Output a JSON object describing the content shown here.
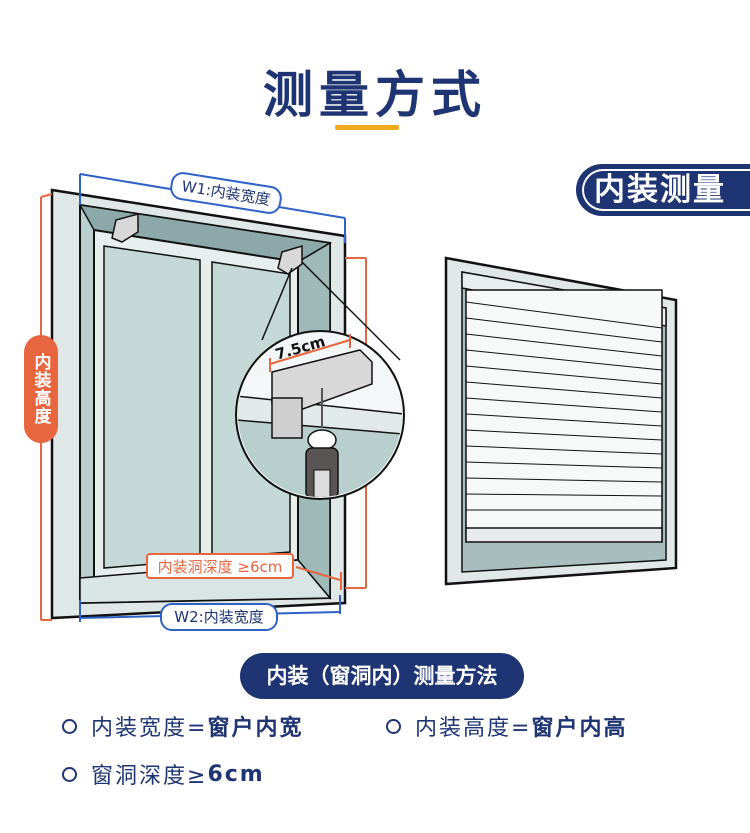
{
  "title": "测量方式",
  "badge": "内装测量",
  "labels": {
    "w1": "W1:内装宽度",
    "w2": "W2:内装宽度",
    "height": "内装高度",
    "depth": "内装洞深度 ≥6cm",
    "bracket": "7.5cm"
  },
  "method_title": "内装（窗洞内）测量方法",
  "bullets": [
    {
      "pre": "内装宽度=",
      "strong": "窗户内宽"
    },
    {
      "pre": "内装高度=",
      "strong": "窗户内高"
    },
    {
      "pre": "窗洞深度≥",
      "strong": "6cm"
    }
  ],
  "colors": {
    "navy": "#1e3473",
    "blue_line": "#2f62c7",
    "orange_line": "#e8663f",
    "accent": "#f0a81c"
  }
}
